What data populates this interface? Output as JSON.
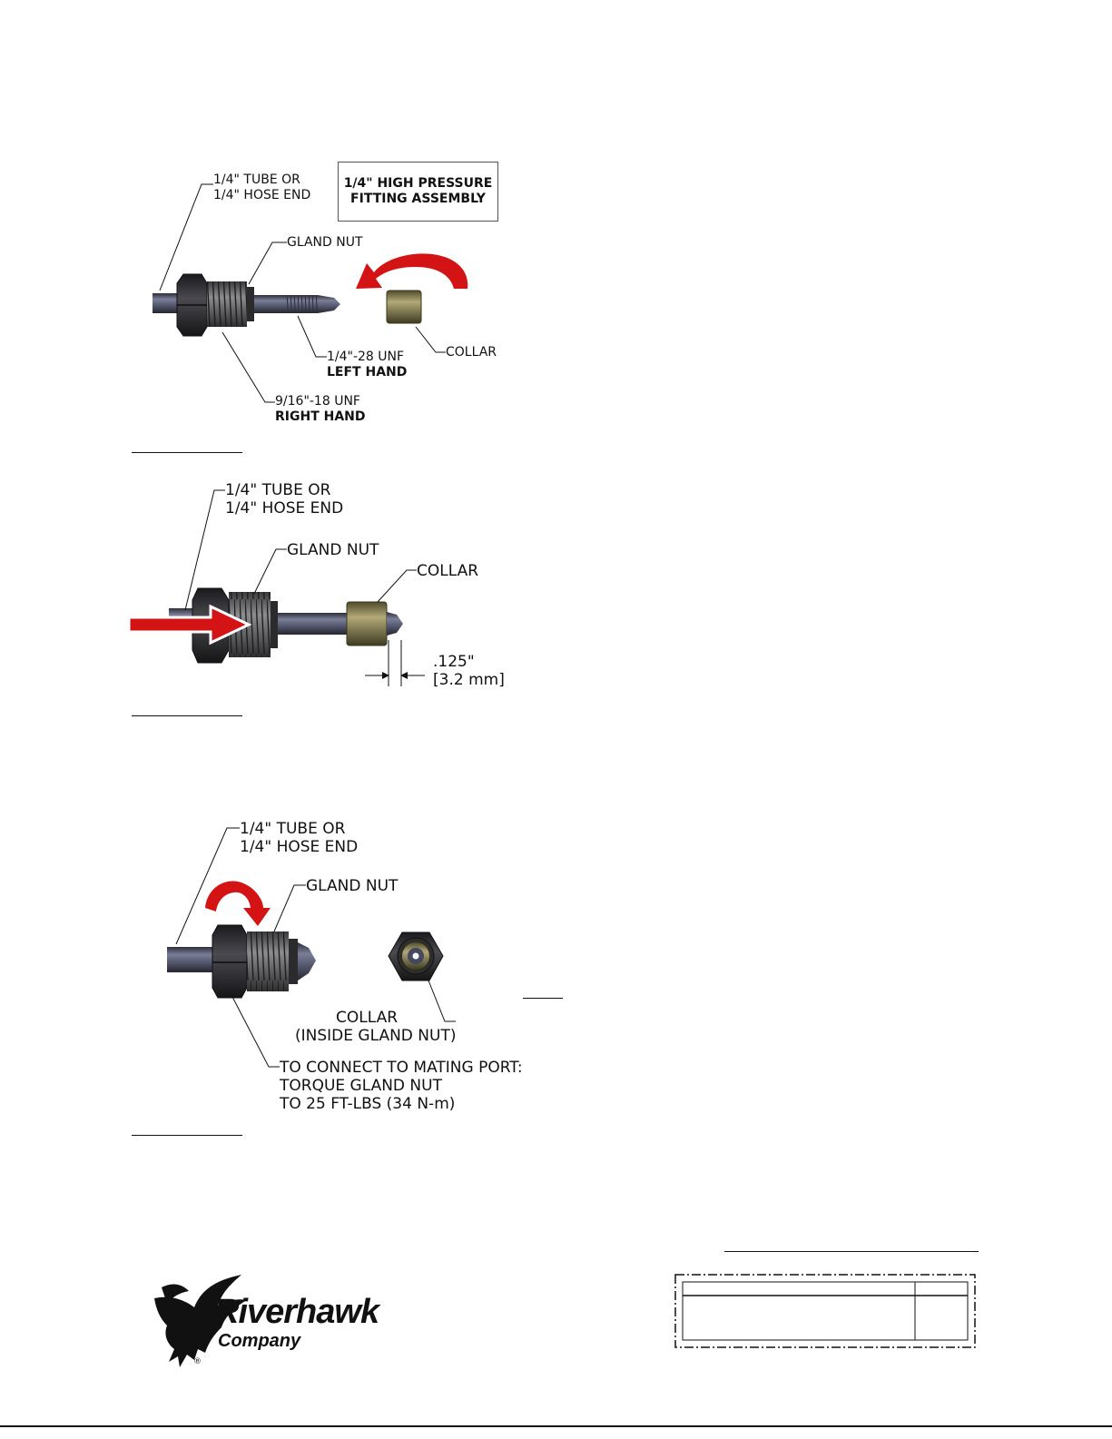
{
  "figure1": {
    "title_line1": "1/4\" HIGH PRESSURE",
    "title_line2": "FITTING ASSEMBLY",
    "tube_line1": "1/4\" TUBE OR",
    "tube_line2": "1/4\" HOSE END",
    "gland_nut": "GLAND NUT",
    "collar": "COLLAR",
    "thread_small_line1": "1/4\"-28 UNF",
    "thread_small_line2": "LEFT HAND",
    "thread_large_line1": "9/16\"-18 UNF",
    "thread_large_line2": "RIGHT HAND"
  },
  "figure2": {
    "tube_line1": "1/4\" TUBE OR",
    "tube_line2": "1/4\" HOSE END",
    "gland_nut": "GLAND NUT",
    "collar": "COLLAR",
    "dim_in": ".125\"",
    "dim_mm": "[3.2 mm]"
  },
  "figure3": {
    "tube_line1": "1/4\" TUBE OR",
    "tube_line2": "1/4\" HOSE END",
    "gland_nut": "GLAND NUT",
    "collar_line1": "COLLAR",
    "collar_line2": "(INSIDE GLAND NUT)",
    "connect_line1": "TO CONNECT TO MATING PORT:",
    "connect_line2": "TORQUE GLAND NUT",
    "connect_line3": "TO 25 FT-LBS (34 N-m)"
  },
  "logo": {
    "name_line1": "Riverhawk",
    "name_line2": "Company",
    "registered": "®"
  },
  "colors": {
    "red_arrow": "#d41414",
    "steel": "#5e6278",
    "nut": "#2a2a2e",
    "brass": "#8c8452"
  }
}
